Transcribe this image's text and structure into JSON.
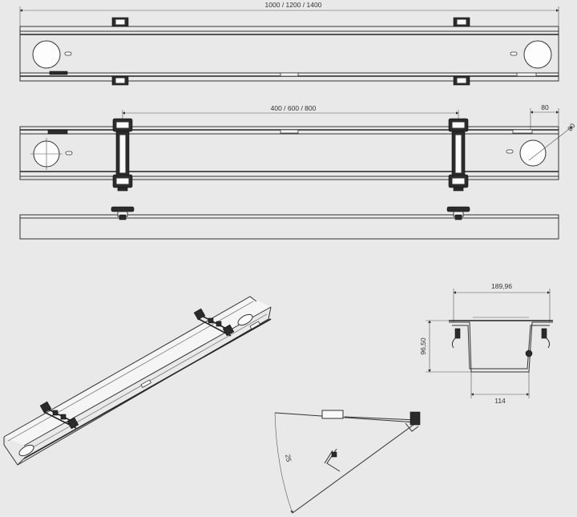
{
  "drawing": {
    "length_dimension": "1000 / 1200 / 1400",
    "spacing_dimension": "400 / 600 / 800",
    "hole_offset_dimension": "80",
    "hole_diameter_dimension": "80",
    "width_dimension": "189,96",
    "height_dimension": "96,50",
    "base_width_dimension": "114",
    "tilt_dimension": "25"
  }
}
